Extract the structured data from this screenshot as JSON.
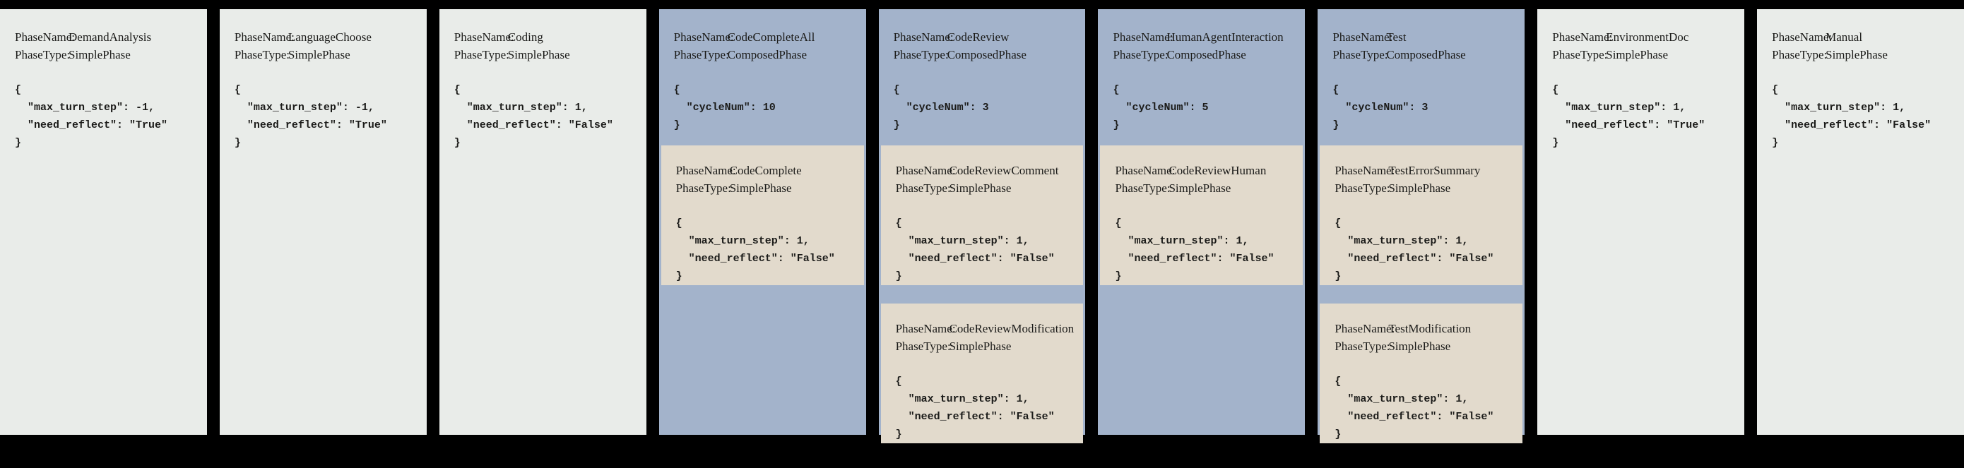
{
  "diagram": {
    "colors": {
      "page_bg": "#000000",
      "simple_bg": "#e9ece9",
      "composed_bg": "#a3b3cb",
      "nested_bg": "#e2dacc",
      "text": "#1b1b19"
    },
    "field_labels": {
      "name": "PhaseName:",
      "type": "PhaseType:"
    },
    "phases": [
      {
        "kind": "simple",
        "name": "DemandAnalysis",
        "type": "SimplePhase",
        "config_lines": [
          "{",
          "  \"max_turn_step\": -1,",
          "  \"need_reflect\": \"True\"",
          "}"
        ]
      },
      {
        "kind": "simple",
        "name": "LanguageChoose",
        "type": "SimplePhase",
        "config_lines": [
          "{",
          "  \"max_turn_step\": -1,",
          "  \"need_reflect\": \"True\"",
          "}"
        ]
      },
      {
        "kind": "simple",
        "name": "Coding",
        "type": "SimplePhase",
        "config_lines": [
          "{",
          "  \"max_turn_step\": 1,",
          "  \"need_reflect\": \"False\"",
          "}"
        ]
      },
      {
        "kind": "composed",
        "name": "CodeCompleteAll",
        "type": "ComposedPhase",
        "config_lines": [
          "{",
          "  \"cycleNum\": 10",
          "}"
        ],
        "children": [
          {
            "name": "CodeComplete",
            "type": "SimplePhase",
            "config_lines": [
              "{",
              "  \"max_turn_step\": 1,",
              "  \"need_reflect\": \"False\"",
              "}"
            ]
          }
        ]
      },
      {
        "kind": "composed",
        "name": "CodeReview",
        "type": "ComposedPhase",
        "config_lines": [
          "{",
          "  \"cycleNum\": 3",
          "}"
        ],
        "children": [
          {
            "name": "CodeReviewComment",
            "type": "SimplePhase",
            "config_lines": [
              "{",
              "  \"max_turn_step\": 1,",
              "  \"need_reflect\": \"False\"",
              "}"
            ]
          },
          {
            "name": "CodeReviewModification",
            "type": "SimplePhase",
            "config_lines": [
              "{",
              "  \"max_turn_step\": 1,",
              "  \"need_reflect\": \"False\"",
              "}"
            ]
          }
        ]
      },
      {
        "kind": "composed",
        "name": "HumanAgentInteraction",
        "type": "ComposedPhase",
        "config_lines": [
          "{",
          "  \"cycleNum\": 5",
          "}"
        ],
        "children": [
          {
            "name": "CodeReviewHuman",
            "type": "SimplePhase",
            "config_lines": [
              "{",
              "  \"max_turn_step\": 1,",
              "  \"need_reflect\": \"False\"",
              "}"
            ]
          }
        ]
      },
      {
        "kind": "composed",
        "name": "Test",
        "type": "ComposedPhase",
        "config_lines": [
          "{",
          "  \"cycleNum\": 3",
          "}"
        ],
        "children": [
          {
            "name": "TestErrorSummary",
            "type": "SimplePhase",
            "config_lines": [
              "{",
              "  \"max_turn_step\": 1,",
              "  \"need_reflect\": \"False\"",
              "}"
            ]
          },
          {
            "name": "TestModification",
            "type": "SimplePhase",
            "config_lines": [
              "{",
              "  \"max_turn_step\": 1,",
              "  \"need_reflect\": \"False\"",
              "}"
            ]
          }
        ]
      },
      {
        "kind": "simple",
        "name": "EnvironmentDoc",
        "type": "SimplePhase",
        "config_lines": [
          "{",
          "  \"max_turn_step\": 1,",
          "  \"need_reflect\": \"True\"",
          "}"
        ]
      },
      {
        "kind": "simple",
        "name": "Manual",
        "type": "SimplePhase",
        "config_lines": [
          "{",
          "  \"max_turn_step\": 1,",
          "  \"need_reflect\": \"False\"",
          "}"
        ]
      }
    ]
  }
}
